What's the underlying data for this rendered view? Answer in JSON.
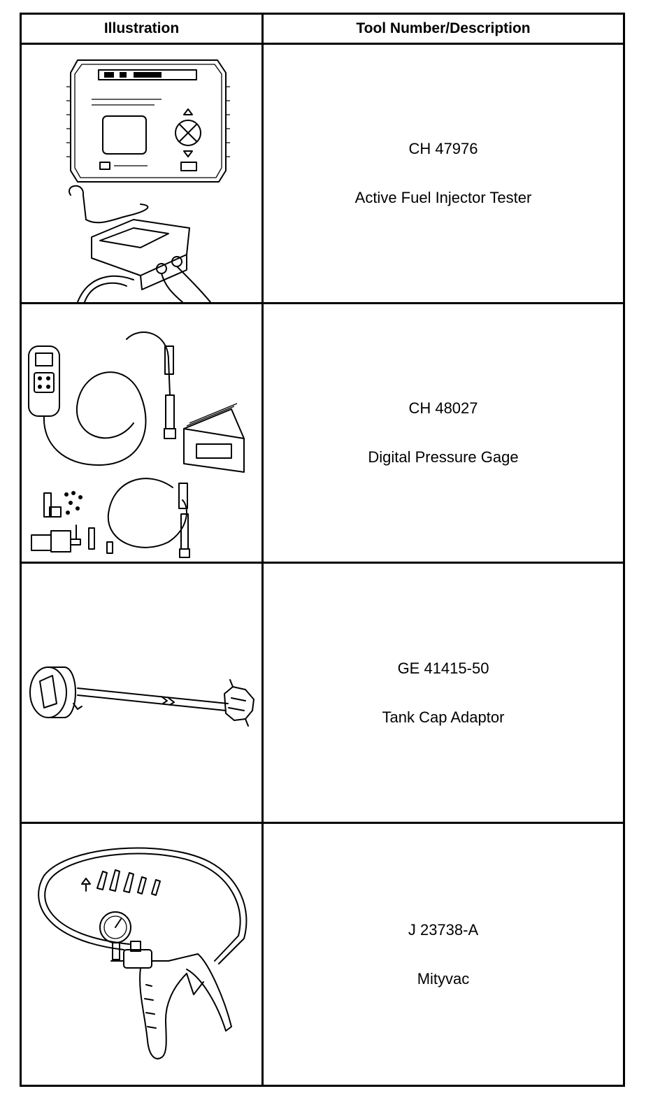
{
  "header": {
    "illustration": "Illustration",
    "tool": "Tool Number/Description"
  },
  "rows": [
    {
      "number": "CH 47976",
      "description": "Active Fuel Injector Tester",
      "icon": "fuel-injector-tester-icon"
    },
    {
      "number": "CH 48027",
      "description": "Digital Pressure Gage",
      "icon": "digital-pressure-gage-icon"
    },
    {
      "number": "GE 41415-50",
      "description": "Tank Cap Adaptor",
      "icon": "tank-cap-adaptor-icon"
    },
    {
      "number": "J 23738-A",
      "description": "Mityvac",
      "icon": "mityvac-icon"
    }
  ]
}
